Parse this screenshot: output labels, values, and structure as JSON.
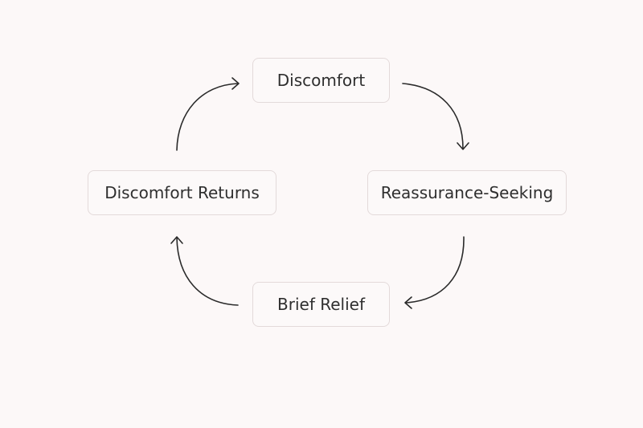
{
  "diagram": {
    "nodes": [
      {
        "id": "discomfort",
        "label": "Discomfort"
      },
      {
        "id": "reassurance-seeking",
        "label": "Reassurance-Seeking"
      },
      {
        "id": "brief-relief",
        "label": "Brief Relief"
      },
      {
        "id": "discomfort-returns",
        "label": "Discomfort Returns"
      }
    ],
    "edges": [
      {
        "from": "discomfort",
        "to": "reassurance-seeking"
      },
      {
        "from": "reassurance-seeking",
        "to": "brief-relief"
      },
      {
        "from": "brief-relief",
        "to": "discomfort-returns"
      },
      {
        "from": "discomfort-returns",
        "to": "discomfort"
      }
    ],
    "colors": {
      "background": "#fcf8f8",
      "node_border": "#e3dada",
      "text": "#2f2f2f",
      "arrow": "#2a2a2a"
    }
  }
}
